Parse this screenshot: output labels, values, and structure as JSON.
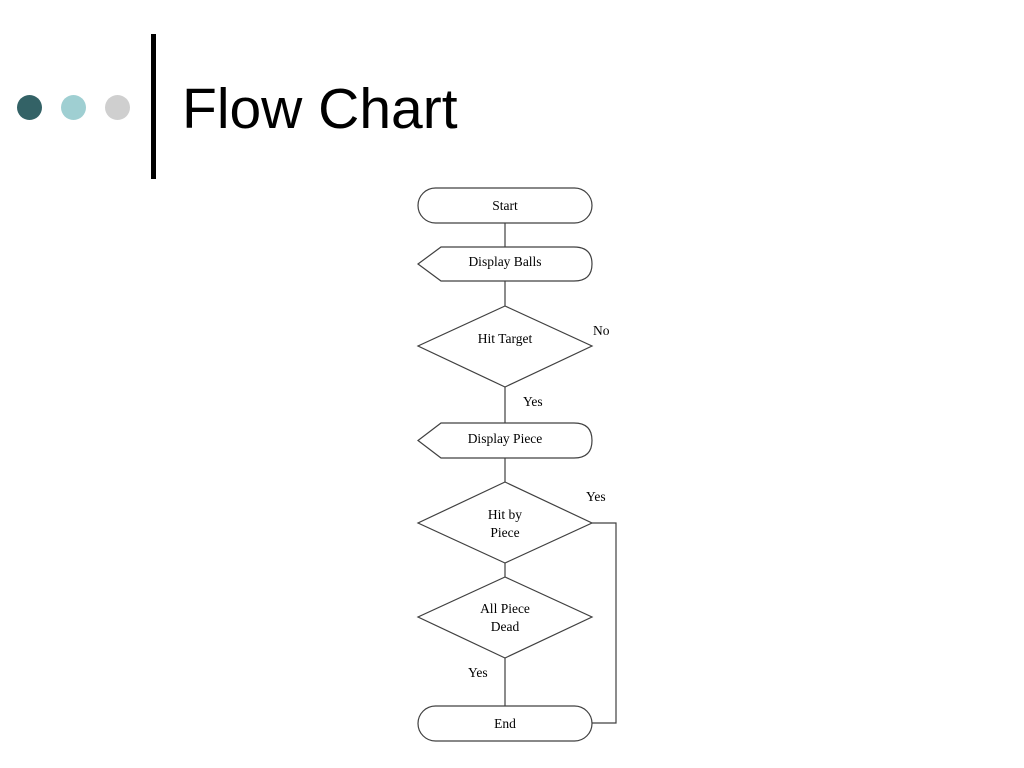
{
  "slide": {
    "title": "Flow Chart",
    "bullets": [
      {
        "icon": "dark-teal-dot-icon",
        "color": "#336266"
      },
      {
        "icon": "light-teal-dot-icon",
        "color": "#9fcfd2"
      },
      {
        "icon": "gray-dot-icon",
        "color": "#cfcfcf"
      }
    ]
  },
  "flowchart": {
    "start": "Start",
    "display_balls": "Display Balls",
    "hit_target": "Hit Target",
    "no_label": "No",
    "yes_label_1": "Yes",
    "display_piece": "Display Piece",
    "hit_by_piece": [
      "Hit by",
      "Piece"
    ],
    "yes_label_2": "Yes",
    "all_piece_dead": [
      "All Piece",
      "Dead"
    ],
    "yes_label_3": "Yes",
    "end": "End"
  }
}
